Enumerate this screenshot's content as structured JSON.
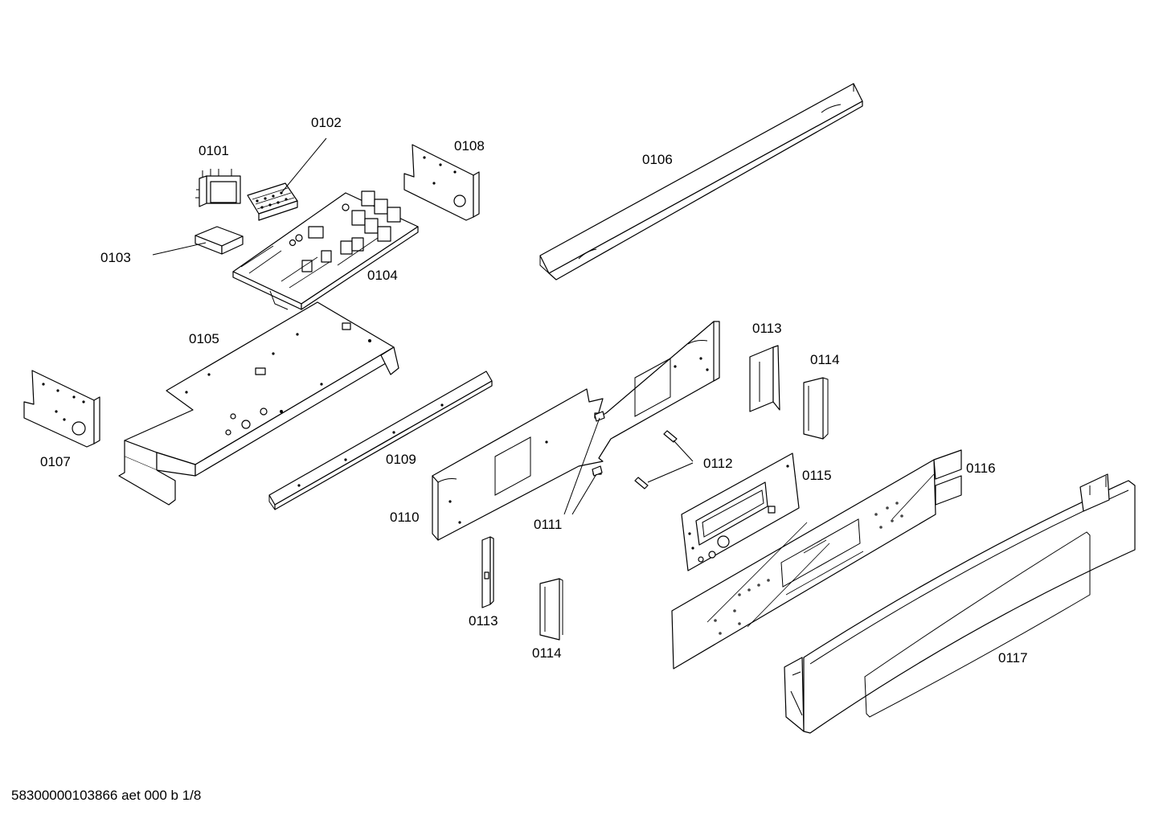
{
  "diagram": {
    "labels": {
      "p0101": "0101",
      "p0102": "0102",
      "p0103": "0103",
      "p0104": "0104",
      "p0105": "0105",
      "p0106": "0106",
      "p0107": "0107",
      "p0108": "0108",
      "p0109": "0109",
      "p0110": "0110",
      "p0111": "0111",
      "p0112": "0112",
      "p0113a": "0113",
      "p0113b": "0113",
      "p0114a": "0114",
      "p0114b": "0114",
      "p0115": "0115",
      "p0116": "0116",
      "p0117": "0117"
    }
  },
  "footer": {
    "text": "58300000103866 aet 000 b 1/8"
  }
}
